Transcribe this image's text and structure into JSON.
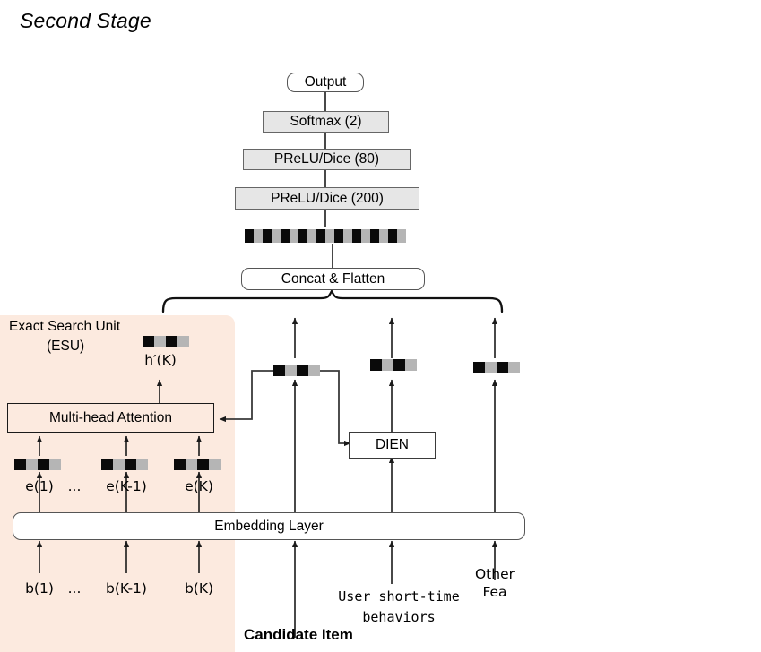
{
  "title": "Second Stage",
  "esu": {
    "label_line1": "Exact Search Unit",
    "label_line2": "(ESU)",
    "attention_box": "Multi-head Attention",
    "hidden_state_label": "h′(K)",
    "embedding_labels": [
      "e(1)",
      "...",
      "e(K-1)",
      "e(K)"
    ],
    "behavior_labels": [
      "b(1)",
      "...",
      "b(K-1)",
      "b(K)"
    ],
    "panel_color": "#FCEADF"
  },
  "stack": {
    "output": "Output",
    "softmax": "Softmax (2)",
    "prelu_80": "PReLU/Dice (80)",
    "prelu_200": "PReLU/Dice (200)",
    "concat": "Concat & Flatten"
  },
  "right": {
    "dien": "DIEN",
    "candidate_item": "Candidate Item",
    "user_behaviors_line1": "User short-time",
    "user_behaviors_line2": "behaviors",
    "other_fea_line1": "Other",
    "other_fea_line2": "Fea"
  },
  "strips": {
    "main_concat_cells": 18,
    "small_cells": 4
  },
  "colors": {
    "embedding_dark": "#0A0A0A",
    "embedding_light": "#B5B5B5",
    "layer_fill": "#E6E6E6",
    "layer_border": "#666666",
    "line": "#1A1A1A"
  }
}
